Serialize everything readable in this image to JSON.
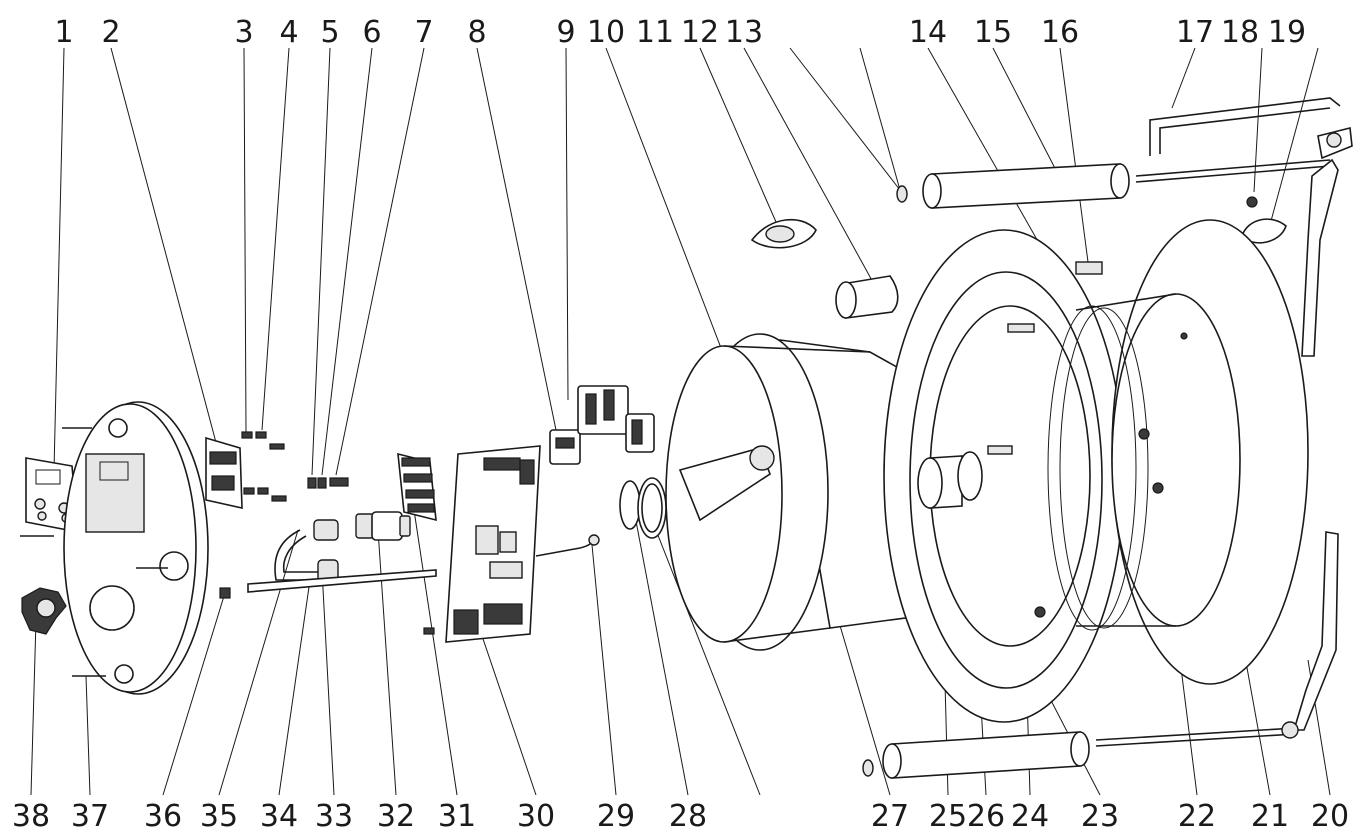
{
  "diagram": {
    "top_labels": [
      "1",
      "2",
      "3",
      "4",
      "5",
      "6",
      "7",
      "8",
      "9",
      "10",
      "11",
      "12",
      "13",
      "14",
      "15",
      "16",
      "17",
      "18",
      "19"
    ],
    "bottom_labels": [
      "38",
      "37",
      "36",
      "35",
      "34",
      "33",
      "32",
      "31",
      "30",
      "29",
      "28",
      "27",
      "25",
      "26",
      "24",
      "23",
      "22",
      "21",
      "20"
    ]
  }
}
